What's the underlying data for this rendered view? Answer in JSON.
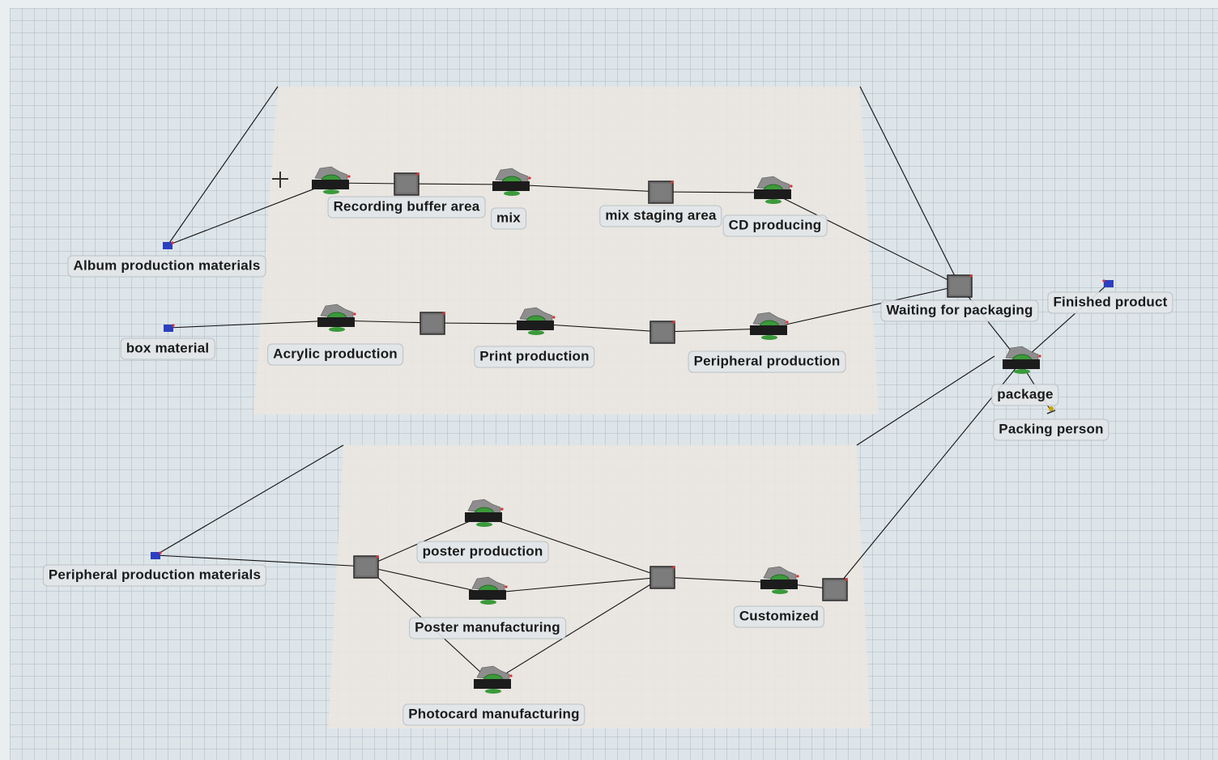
{
  "nodes": {
    "album_source": {
      "label": "Album production materials",
      "kind": "source"
    },
    "recording": {
      "label": "",
      "kind": "processor"
    },
    "recording_buffer": {
      "label": "Recording buffer area",
      "kind": "queue"
    },
    "mix": {
      "label": "mix",
      "kind": "processor"
    },
    "mix_staging": {
      "label": "mix staging area",
      "kind": "queue"
    },
    "cd_producing": {
      "label": "CD producing",
      "kind": "processor"
    },
    "box_source": {
      "label": "box material",
      "kind": "source"
    },
    "acrylic": {
      "label": "Acrylic production",
      "kind": "processor"
    },
    "acrylic_queue": {
      "label": "",
      "kind": "queue"
    },
    "print": {
      "label": "Print production",
      "kind": "processor"
    },
    "print_queue": {
      "label": "",
      "kind": "queue"
    },
    "peripheral_prod": {
      "label": "Peripheral production",
      "kind": "processor"
    },
    "waiting_packaging": {
      "label": "Waiting for packaging",
      "kind": "queue"
    },
    "package": {
      "label": "package",
      "kind": "processor"
    },
    "packing_person": {
      "label": "Packing person",
      "kind": "operator"
    },
    "finished": {
      "label": "Finished product",
      "kind": "sink"
    },
    "peripheral_source": {
      "label": "Peripheral production materials",
      "kind": "source"
    },
    "split_queue": {
      "label": "",
      "kind": "queue"
    },
    "poster_prod": {
      "label": "poster production",
      "kind": "processor"
    },
    "poster_manu": {
      "label": "Poster manufacturing",
      "kind": "processor"
    },
    "photocard": {
      "label": "Photocard manufacturing",
      "kind": "processor"
    },
    "merge_queue": {
      "label": "",
      "kind": "queue"
    },
    "customized": {
      "label": "Customized",
      "kind": "processor"
    },
    "final_queue": {
      "label": "",
      "kind": "queue"
    }
  },
  "colors": {
    "floor": "#e8e4df",
    "source": "#2b3fbf",
    "machine_green": "#3a9a3a",
    "queue_gray": "#6f6f6f",
    "connector": "#111111"
  },
  "icons": {
    "processor": "machine-icon",
    "queue": "queue-box-icon",
    "source": "source-icon",
    "sink": "sink-icon",
    "operator": "operator-icon",
    "cursor": "move-cursor-icon"
  }
}
